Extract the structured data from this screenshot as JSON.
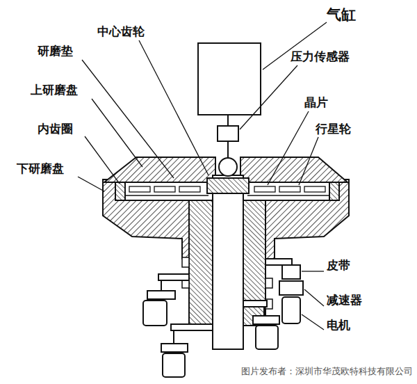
{
  "diagram": {
    "labels": [
      "气缸",
      "中心齿轮",
      "研磨垫",
      "压力传感器",
      "上研磨盘",
      "晶片",
      "内齿圈",
      "行星轮",
      "下研磨盘",
      "皮带",
      "减速器",
      "电机",
      "图片发布者：深圳市华茂欧特科技有限公司"
    ]
  }
}
